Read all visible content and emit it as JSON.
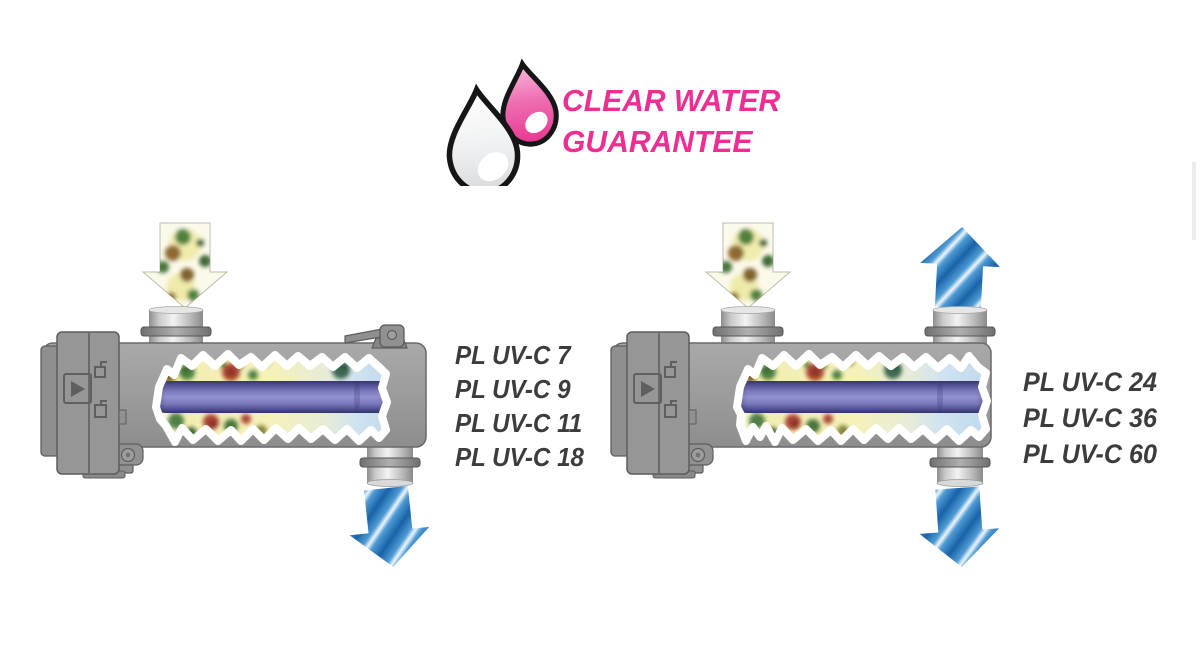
{
  "logo": {
    "line1": "CLEAR WATER",
    "line2": "GUARANTEE",
    "text_color": "#ee2e92"
  },
  "diagram_left": {
    "models": [
      "PL UV-C 7",
      "PL UV-C 9",
      "PL UV-C 11",
      "PL UV-C 18"
    ],
    "icons": {
      "inlet": "dirty-water-down-arrow-icon",
      "outlet": "clean-water-down-arrow-icon"
    }
  },
  "diagram_right": {
    "models": [
      "PL UV-C 24",
      "PL UV-C 36",
      "PL UV-C 60"
    ],
    "icons": {
      "inlet": "dirty-water-down-arrow-icon",
      "outlet_top": "clean-water-up-arrow-icon",
      "outlet_bottom": "clean-water-down-arrow-icon"
    }
  },
  "colors": {
    "accent_pink": "#ee2e92",
    "arrow_blue_dark": "#1a62a8",
    "arrow_blue_light": "#eef6fc",
    "uv_lamp_purple": "#8787c6",
    "housing_gray": "#9b9b9b",
    "label_text": "#3c3c3e",
    "dirty_water_yellow": "#f2eeb2",
    "clean_water_blue": "#bed9ec"
  }
}
